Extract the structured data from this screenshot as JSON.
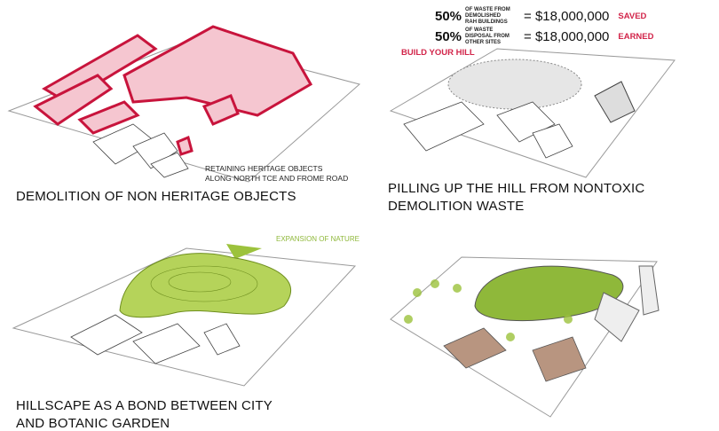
{
  "panels": [
    {
      "title": "DEMOLITION OF NON HERITAGE OBJECTS",
      "note_lines": [
        "RETAINING HERITAGE OBJECTS",
        "ALONG NORTH TCE AND FROME ROAD"
      ]
    },
    {
      "title_lines": [
        "PILLING UP THE HILL FROM NONTOXIC",
        "DEMOLITION WASTE"
      ],
      "callout": "BUILD YOUR HILL",
      "stats": [
        {
          "percent": "50%",
          "desc_lines": [
            "OF WASTE FROM DEMOLISHED",
            "RAH BUILDINGS"
          ],
          "amount": "= $18,000,000",
          "tag": "SAVED"
        },
        {
          "percent": "50%",
          "desc_lines": [
            "OF WASTE DISPOSAL FROM",
            "OTHER SITES"
          ],
          "amount": "= $18,000,000",
          "tag": "EARNED"
        }
      ]
    },
    {
      "title_lines": [
        "HILLSCAPE AS A BOND BETWEEN CITY",
        "AND BOTANIC GARDEN"
      ],
      "callout": "EXPANSION OF NATURE"
    },
    {}
  ],
  "colors": {
    "accent_red": "#d2254a",
    "demolish_fill": "#f5c6d0",
    "hill_green": "#9cc23c"
  }
}
